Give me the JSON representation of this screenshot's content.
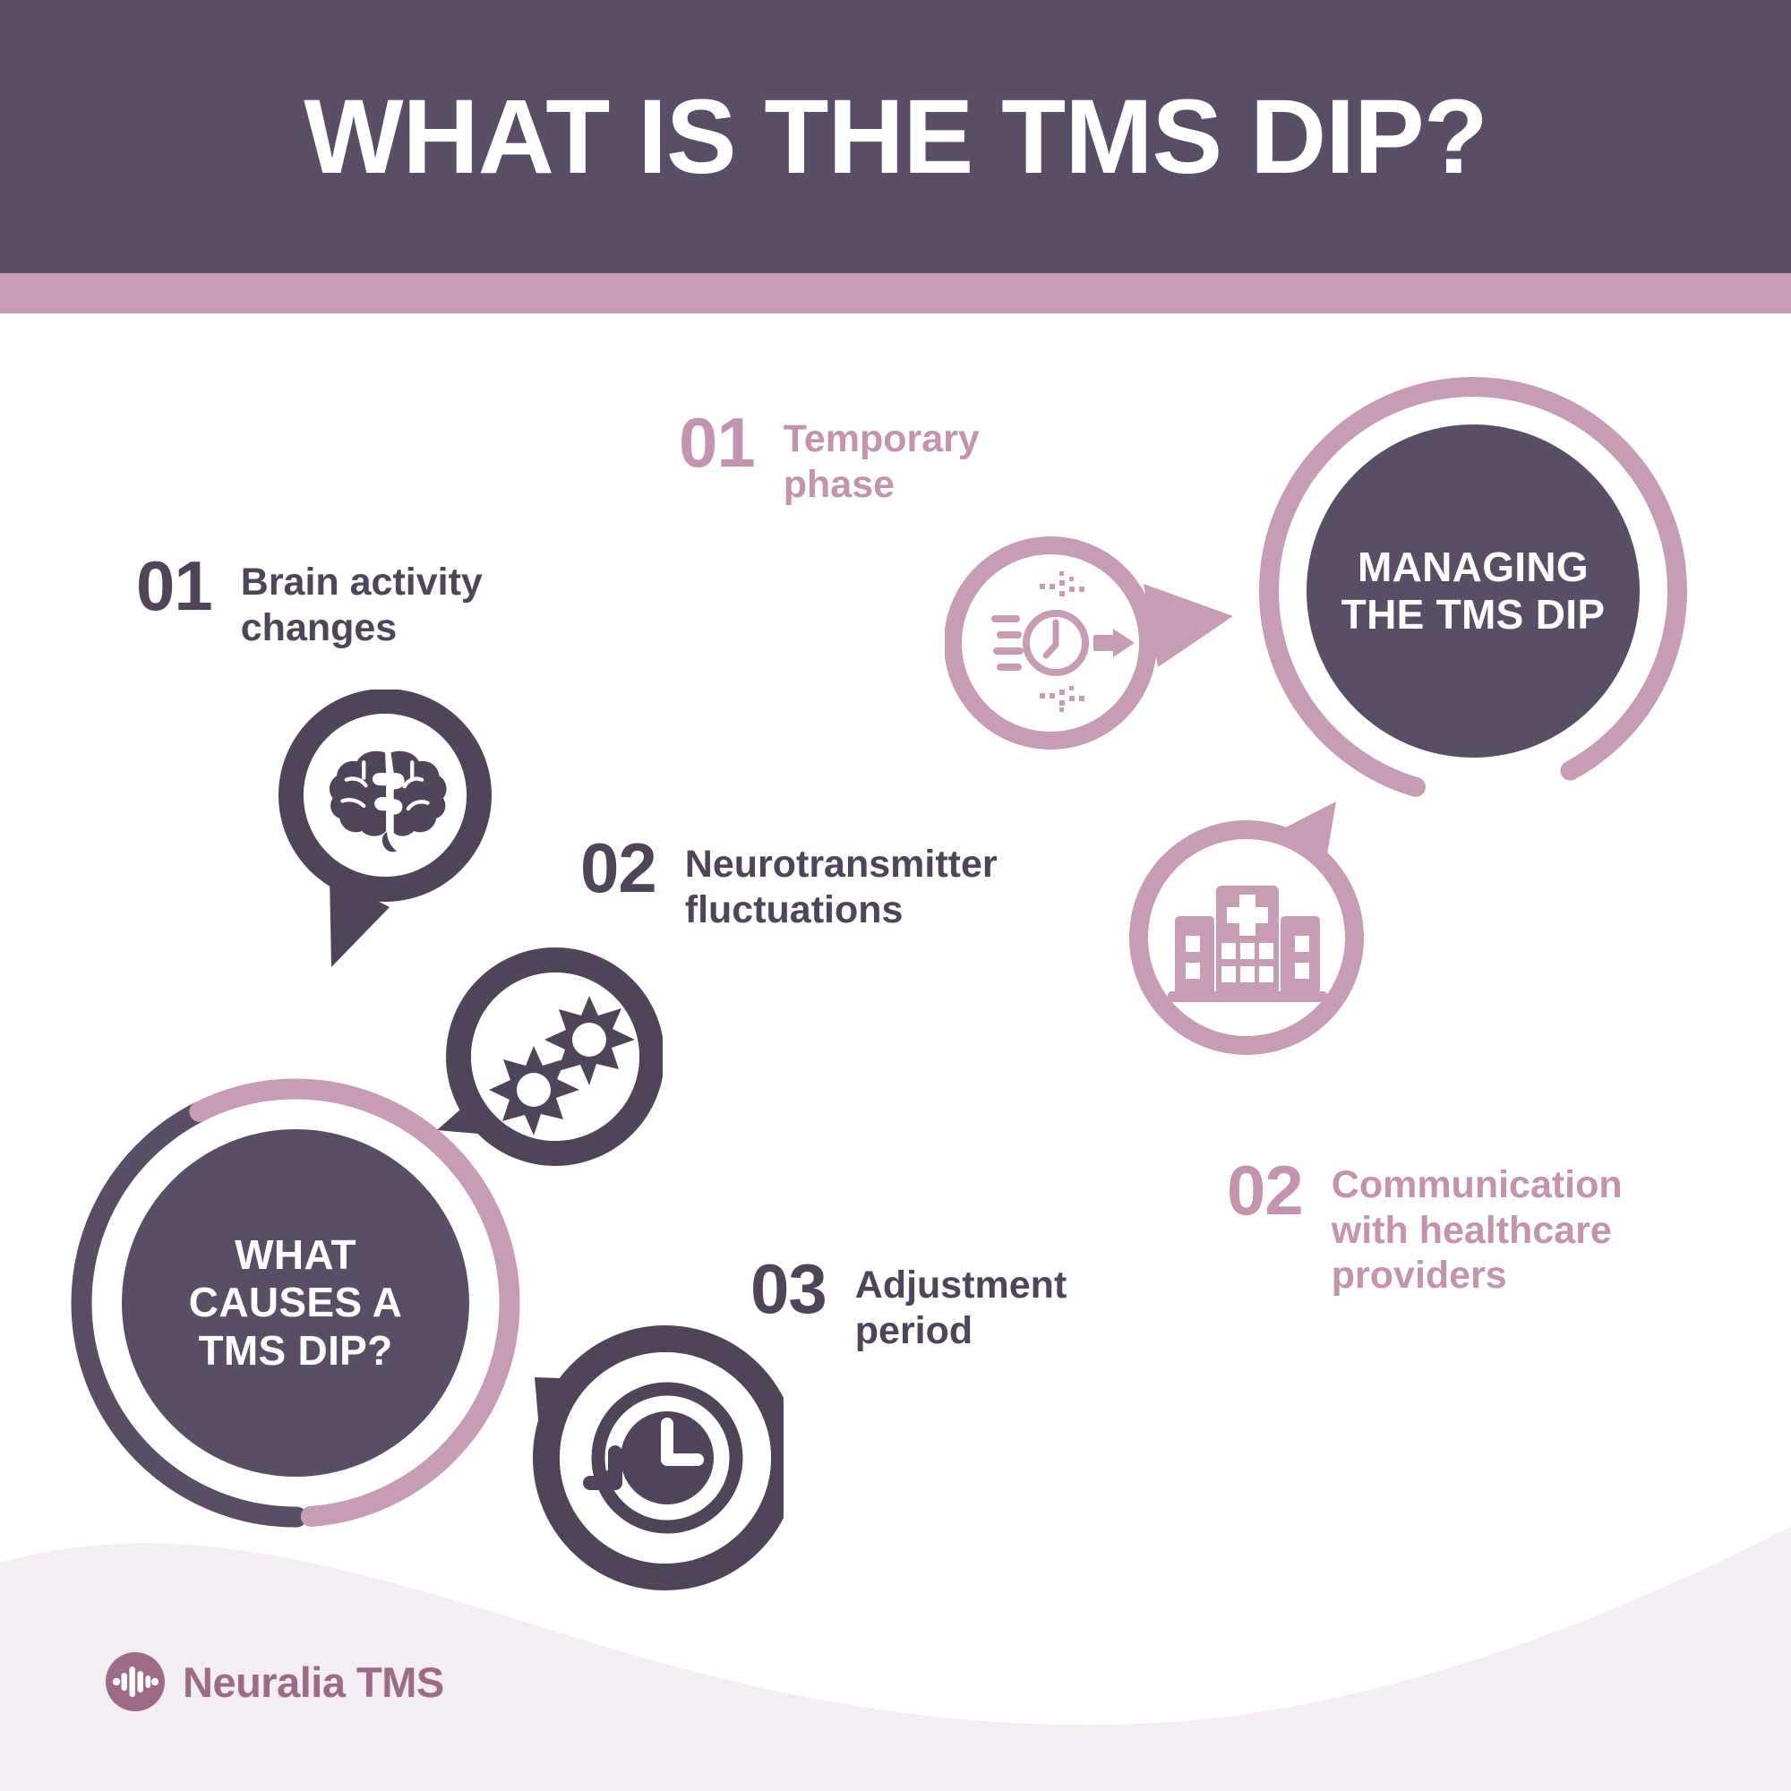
{
  "header": {
    "title": "WHAT IS THE TMS DIP?",
    "band_color": "#5a4d66",
    "accent_color": "#c99cb6"
  },
  "palette": {
    "dark_purple": "#5a4d66",
    "deep_purple": "#4f4459",
    "pink": "#c99cb6",
    "pink_text": "#c493af",
    "wave": "#f4edf3",
    "white": "#ffffff"
  },
  "hubs": [
    {
      "id": "managing-the-tms-dip",
      "label": "MANAGING\nTHE TMS DIP",
      "line1": "MANAGING",
      "line2": "THE TMS DIP",
      "ring_arc_color": "#c99cb6",
      "fill_color": "#5a4d66"
    },
    {
      "id": "what-causes-a-tms-dip",
      "label": "WHAT\nCAUSES A\nTMS DIP?",
      "line1": "WHAT",
      "line2": "CAUSES A",
      "line3": "TMS DIP?",
      "ring_arc_color_a": "#5a4d66",
      "ring_arc_color_b": "#c99cb6",
      "fill_color": "#5a4d66"
    }
  ],
  "causes": {
    "group_label": "WHAT CAUSES A TMS DIP?",
    "steps": [
      {
        "num": "01",
        "line1": "Brain activity",
        "line2": "changes",
        "icon": "brain-icon",
        "color": "#4f4459"
      },
      {
        "num": "02",
        "line1": "Neurotransmitter",
        "line2": "fluctuations",
        "icon": "neuron-spark-icon",
        "color": "#4f4459"
      },
      {
        "num": "03",
        "line1": "Adjustment",
        "line2": "period",
        "icon": "clock-rotate-icon",
        "color": "#4f4459"
      }
    ]
  },
  "managing": {
    "group_label": "MANAGING THE TMS DIP",
    "steps": [
      {
        "num": "01",
        "line1": "Temporary",
        "line2": "phase",
        "icon": "clock-arrow-icon",
        "color": "#c493af"
      },
      {
        "num": "02",
        "line1": "Communication",
        "line2": "with healthcare",
        "line3": "providers",
        "icon": "hospital-icon",
        "color": "#c493af"
      }
    ]
  },
  "footer": {
    "brand": "Neuralia TMS",
    "logo_icon": "waveform-circle-logo",
    "logo_color": "#9d6a87"
  }
}
